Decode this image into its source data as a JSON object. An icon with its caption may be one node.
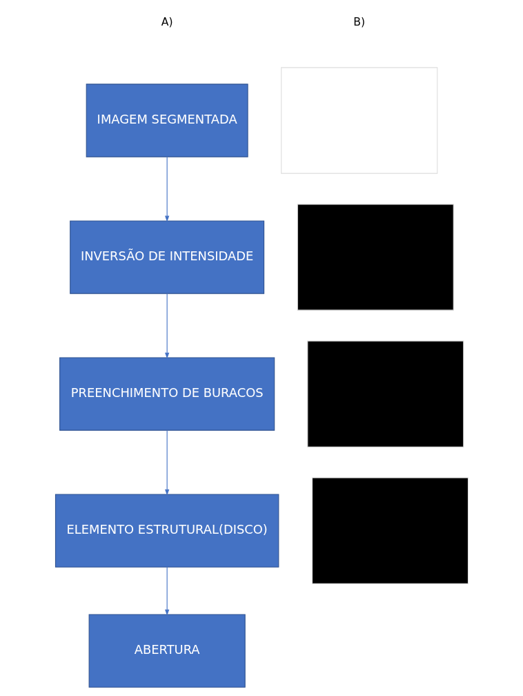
{
  "diagram": {
    "nodes": [
      {
        "text": [
          "IMAGEM SEGMENTADA"
        ]
      },
      {
        "text": [
          "INVERSÃO DE INTENSIDADE"
        ]
      },
      {
        "text": [
          "PREENCHIMENTO DE BURACOS"
        ]
      },
      {
        "text": [
          "ELEMENTO ESTRUTURAL(DISCO)"
        ]
      },
      {
        "text": [
          "ABERTURA"
        ]
      },
      {
        "text": [],
        "shape": "box"
      },
      {
        "text": [],
        "shape": "box"
      },
      {
        "text": [],
        "shape": "box"
      },
      {
        "text": [],
        "shape": "box"
      }
    ],
    "edges": [
      {
        "from": 0,
        "to": 1,
        "arrow": "to"
      },
      {
        "from": 1,
        "to": 2,
        "arrow": "to"
      },
      {
        "from": 2,
        "to": 3,
        "arrow": "to"
      },
      {
        "from": 3,
        "to": 4,
        "arrow": "to"
      }
    ],
    "labels": [
      "A)",
      "B)"
    ]
  }
}
